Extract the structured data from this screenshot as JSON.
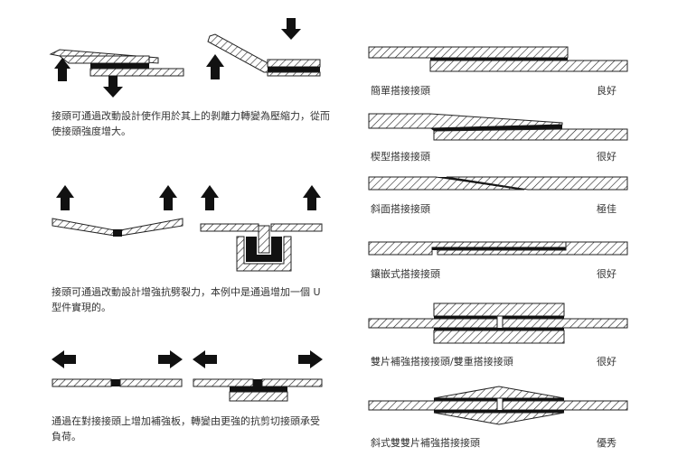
{
  "left_captions": {
    "peel_to_compression": "接頭可通過改動設計使作用於其上的剝離力轉變為壓縮力，從而使接頭強度增大。",
    "cleavage_resistance": "接頭可通過改動設計增強抗劈裂力，本例中是通過增加一個 U 型件實現的。",
    "reinforcement_plate": "通過在對接接頭上增加補強板，轉變由更強的抗剪切接頭承受負荷。"
  },
  "joint_types": [
    {
      "name": "簡單搭接接頭",
      "rating": "良好"
    },
    {
      "name": "楔型搭接接頭",
      "rating": "很好"
    },
    {
      "name": "斜面搭接接頭",
      "rating": "極佳"
    },
    {
      "name": "鑲嵌式搭接接頭",
      "rating": "很好"
    },
    {
      "name": "雙片補強搭接接頭/雙重搭接接頭",
      "rating": "很好"
    },
    {
      "name": "斜式雙雙片補強搭接接頭",
      "rating": "優秀"
    }
  ],
  "colors": {
    "adhesive": "#111111",
    "hatch": "#222222",
    "text": "#333333"
  }
}
